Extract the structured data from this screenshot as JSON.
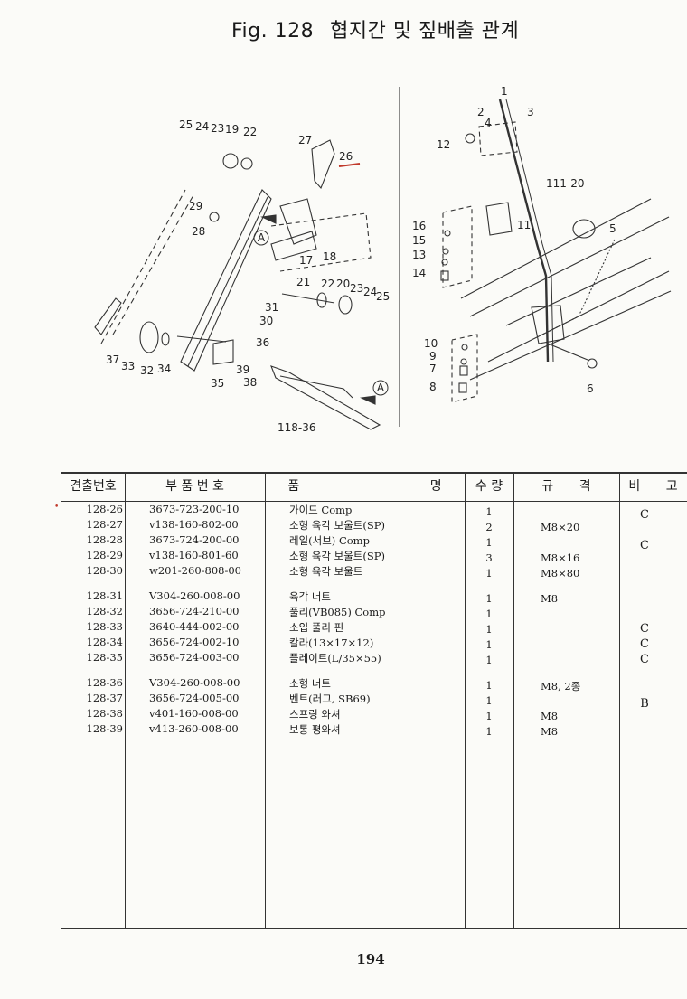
{
  "title": {
    "fig": "Fig. 128",
    "name": "협지간 및 짚배출 관계"
  },
  "callouts": {
    "left": [
      "25",
      "24",
      "23",
      "19",
      "22",
      "27",
      "26",
      "29",
      "28",
      "17",
      "18",
      "21",
      "22",
      "20",
      "23",
      "24",
      "25",
      "31",
      "30",
      "36",
      "37",
      "33",
      "32",
      "34",
      "39",
      "35",
      "38",
      "118-36"
    ],
    "right": [
      "1",
      "2",
      "3",
      "4",
      "12",
      "111-20",
      "16",
      "11",
      "15",
      "13",
      "14",
      "5",
      "10",
      "9",
      "7",
      "8",
      "6"
    ],
    "marker": "A"
  },
  "table": {
    "headers": [
      "견출번호",
      "부 품 번 호",
      "품 명",
      "수 량",
      "규 격",
      "비 고"
    ],
    "rows": [
      {
        "no": "128-26",
        "part": "3673-723-200-10",
        "name": "가이드 Comp",
        "qty": "1",
        "spec": "",
        "remark": "C"
      },
      {
        "no": "128-27",
        "part": "v138-160-802-00",
        "name": "소형 육각 보울트(SP)",
        "qty": "2",
        "spec": "M8×20",
        "remark": ""
      },
      {
        "no": "128-28",
        "part": "3673-724-200-00",
        "name": "레일(서브) Comp",
        "qty": "1",
        "spec": "",
        "remark": "C"
      },
      {
        "no": "128-29",
        "part": "v138-160-801-60",
        "name": "소형 육각 보울트(SP)",
        "qty": "3",
        "spec": "M8×16",
        "remark": ""
      },
      {
        "no": "128-30",
        "part": "w201-260-808-00",
        "name": "소형 육각 보울트",
        "qty": "1",
        "spec": "M8×80",
        "remark": ""
      },
      {
        "no": "128-31",
        "part": "V304-260-008-00",
        "name": "육각 너트",
        "qty": "1",
        "spec": "M8",
        "remark": ""
      },
      {
        "no": "128-32",
        "part": "3656-724-210-00",
        "name": "풀리(VB085) Comp",
        "qty": "1",
        "spec": "",
        "remark": ""
      },
      {
        "no": "128-33",
        "part": "3640-444-002-00",
        "name": "소입 풀리 핀",
        "qty": "1",
        "spec": "",
        "remark": "C"
      },
      {
        "no": "128-34",
        "part": "3656-724-002-10",
        "name": "칼라(13×17×12)",
        "qty": "1",
        "spec": "",
        "remark": "C"
      },
      {
        "no": "128-35",
        "part": "3656-724-003-00",
        "name": "플레이트(L/35×55)",
        "qty": "1",
        "spec": "",
        "remark": "C"
      },
      {
        "no": "128-36",
        "part": "V304-260-008-00",
        "name": "소형 너트",
        "qty": "1",
        "spec": "M8, 2종",
        "remark": ""
      },
      {
        "no": "128-37",
        "part": "3656-724-005-00",
        "name": "벤트(러그, SB69)",
        "qty": "1",
        "spec": "",
        "remark": "B"
      },
      {
        "no": "128-38",
        "part": "v401-160-008-00",
        "name": "스프링 와셔",
        "qty": "1",
        "spec": "M8",
        "remark": ""
      },
      {
        "no": "128-39",
        "part": "v413-260-008-00",
        "name": "보통 평와셔",
        "qty": "1",
        "spec": "M8",
        "remark": ""
      }
    ]
  },
  "page_number": "194"
}
